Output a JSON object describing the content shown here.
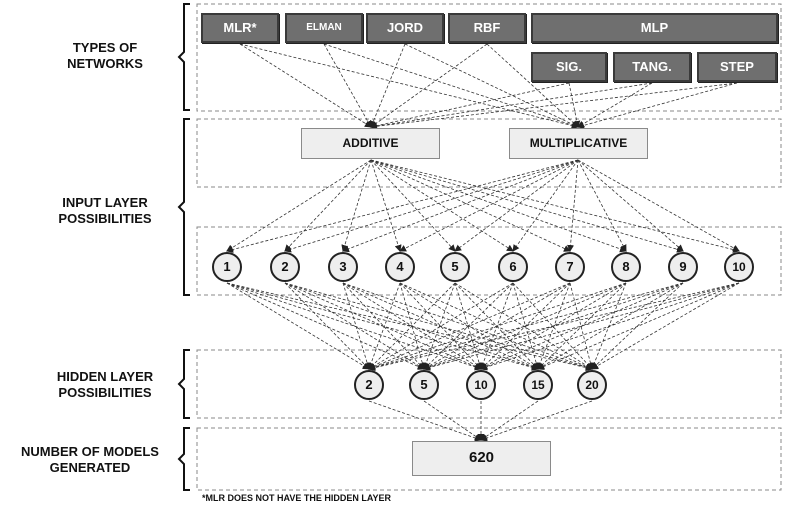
{
  "sections": {
    "types_of_networks": "TYPES OF\nNETWORKS",
    "input_layer": "INPUT LAYER\nPOSSIBILITIES",
    "hidden_layer": "HIDDEN LAYER\nPOSSIBILITIES",
    "number_of_models": "NUMBER OF MODELS\nGENERATED"
  },
  "networks": {
    "mlr": "MLR*",
    "elman": "ELMAN",
    "jord": "JORD",
    "rbf": "RBF",
    "mlp": "MLP",
    "sig": "SIG.",
    "tang": "TANG.",
    "step": "STEP"
  },
  "input_functions": {
    "additive": "ADDITIVE",
    "multiplicative": "MULTIPLICATIVE"
  },
  "input_nodes": [
    "1",
    "2",
    "3",
    "4",
    "5",
    "6",
    "7",
    "8",
    "9",
    "10"
  ],
  "hidden_nodes": [
    "2",
    "5",
    "10",
    "15",
    "20"
  ],
  "models_generated": "620",
  "footnote": "*MLR DOES NOT HAVE THE HIDDEN LAYER",
  "colors": {
    "network_box": "#6f6f6f",
    "light_box": "#eeeeee",
    "arrow": "#333333"
  }
}
